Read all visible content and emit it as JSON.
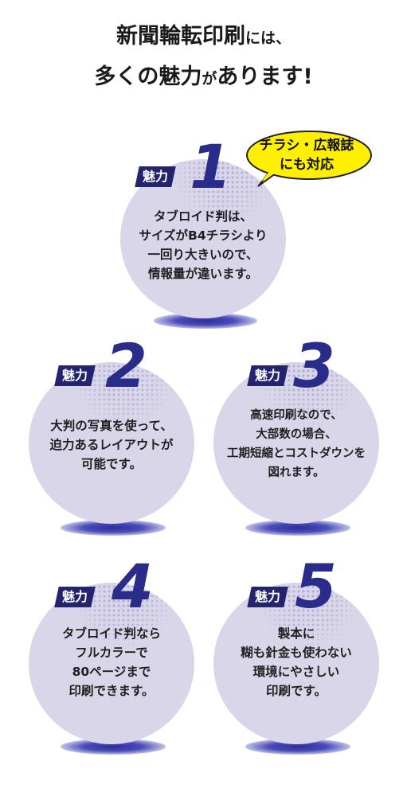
{
  "header": {
    "line1_main": "新聞輪転印刷",
    "line1_suffix": "には、",
    "line2_a": "多くの",
    "line2_b": "魅力",
    "line2_c": "が",
    "line2_d": "あります!"
  },
  "badge_label": "魅力",
  "bubble": {
    "line1": "チラシ・広報誌",
    "line2": "にも対応",
    "fill_color": "#ffef00"
  },
  "colors": {
    "circle_fill": "#d9d6ea",
    "label_fill": "#24246e",
    "number": "#2a2c8a"
  },
  "points": [
    {
      "number": "1",
      "lines": [
        "タブロイド判は、",
        "サイズがB4チラシより",
        "一回り大きいので、",
        "情報量が違います。"
      ]
    },
    {
      "number": "2",
      "lines": [
        "大判の写真を使って、",
        "迫力あるレイアウトが",
        "可能です。"
      ]
    },
    {
      "number": "3",
      "lines": [
        "高速印刷なので、",
        "大部数の場合、",
        "工期短縮とコストダウンを",
        "図れます。"
      ]
    },
    {
      "number": "4",
      "lines": [
        "タブロイド判なら",
        "フルカラーで",
        "80ページまで",
        "印刷できます。"
      ]
    },
    {
      "number": "5",
      "lines": [
        "製本に",
        "糊も針金も使わない",
        "環境にやさしい",
        "印刷です。"
      ]
    }
  ]
}
